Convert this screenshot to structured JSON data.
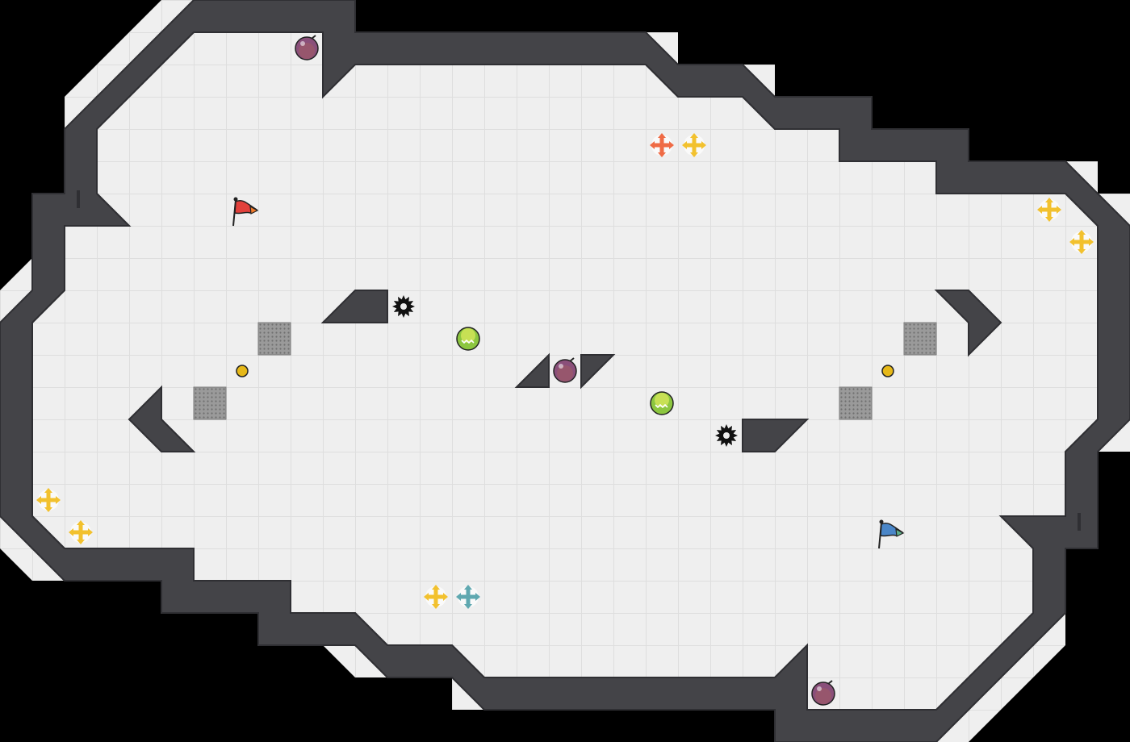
{
  "game": {
    "style": "capture-the-flag tile map",
    "colors": {
      "background": "#000000",
      "floor": "#efefef",
      "grid_line": "#dedede",
      "wall": "#444448",
      "wall_edge": "#2f2f33",
      "red_flag": "#e2413c",
      "blue_flag": "#4a86c8",
      "boost_yellow": "#f2c12e",
      "boost_red": "#ef6b45",
      "boost_blue": "#5fa8b0",
      "bomb": "#8a4f7a",
      "button": "#e6b818",
      "spike": "#111111",
      "portal_green": "#8cc63f",
      "gate": "#9a9a9a"
    },
    "flags": [
      {
        "team": "red",
        "tile": [
          7,
          6
        ]
      },
      {
        "team": "blue",
        "tile": [
          27,
          16
        ]
      }
    ],
    "boosts": [
      {
        "team": "red",
        "tile": [
          20,
          4
        ]
      },
      {
        "team": "neutral",
        "tile": [
          21,
          4
        ]
      },
      {
        "team": "neutral",
        "tile": [
          32,
          6
        ]
      },
      {
        "team": "neutral",
        "tile": [
          33,
          7
        ]
      },
      {
        "team": "neutral",
        "tile": [
          1,
          15
        ]
      },
      {
        "team": "neutral",
        "tile": [
          2,
          16
        ]
      },
      {
        "team": "neutral",
        "tile": [
          13,
          18
        ]
      },
      {
        "team": "blue",
        "tile": [
          14,
          18
        ]
      }
    ],
    "bombs": [
      {
        "tile": [
          9,
          1
        ]
      },
      {
        "tile": [
          17,
          11
        ]
      },
      {
        "tile": [
          25,
          21
        ]
      }
    ],
    "spikes": [
      {
        "tile": [
          12,
          9
        ]
      },
      {
        "tile": [
          22,
          13
        ]
      }
    ],
    "buttons": [
      {
        "tile": [
          7,
          11
        ]
      },
      {
        "tile": [
          27,
          11
        ]
      }
    ],
    "portals": [
      {
        "tile": [
          14,
          10
        ]
      },
      {
        "tile": [
          20,
          12
        ]
      }
    ],
    "gates": [
      {
        "tile": [
          8,
          10
        ]
      },
      {
        "tile": [
          6,
          12
        ]
      },
      {
        "tile": [
          28,
          10
        ]
      },
      {
        "tile": [
          26,
          12
        ]
      }
    ]
  }
}
